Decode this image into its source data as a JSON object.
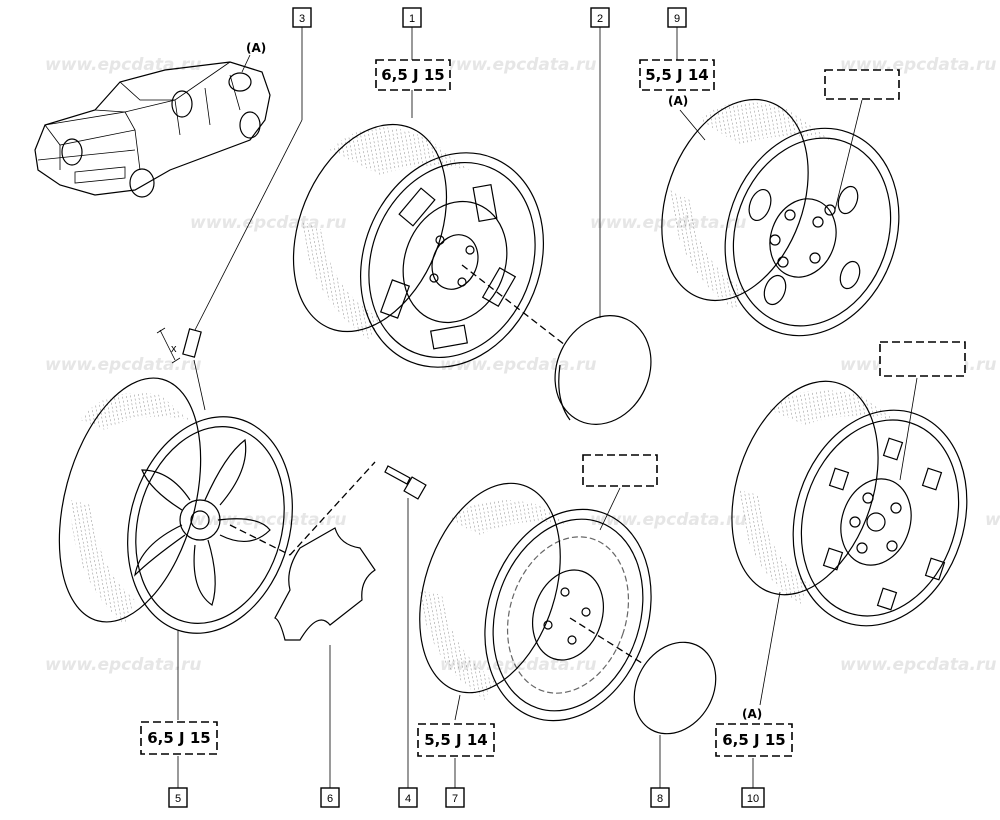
{
  "watermark_text": "www.epcdata.ru",
  "callouts": [
    {
      "id": "c1",
      "number": "1"
    },
    {
      "id": "c2",
      "number": "2"
    },
    {
      "id": "c3",
      "number": "3"
    },
    {
      "id": "c4",
      "number": "4"
    },
    {
      "id": "c5",
      "number": "5"
    },
    {
      "id": "c6",
      "number": "6"
    },
    {
      "id": "c7",
      "number": "7"
    },
    {
      "id": "c8",
      "number": "8"
    },
    {
      "id": "c9",
      "number": "9"
    },
    {
      "id": "c10",
      "number": "10"
    }
  ],
  "wheel_sizes": {
    "w1": "6,5 J 15",
    "w9": "5,5 J 14",
    "w5": "6,5 J 15",
    "w7": "5,5 J 14",
    "w10": "6,5 J 15"
  },
  "variant_marker": "(A)",
  "dimension_label": "x"
}
